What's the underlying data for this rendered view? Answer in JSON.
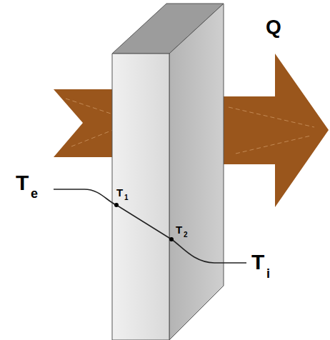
{
  "diagram": {
    "labels": [
      "Q",
      "T",
      "e",
      "T",
      "1",
      "T",
      "2",
      "T",
      "i"
    ]
  }
}
